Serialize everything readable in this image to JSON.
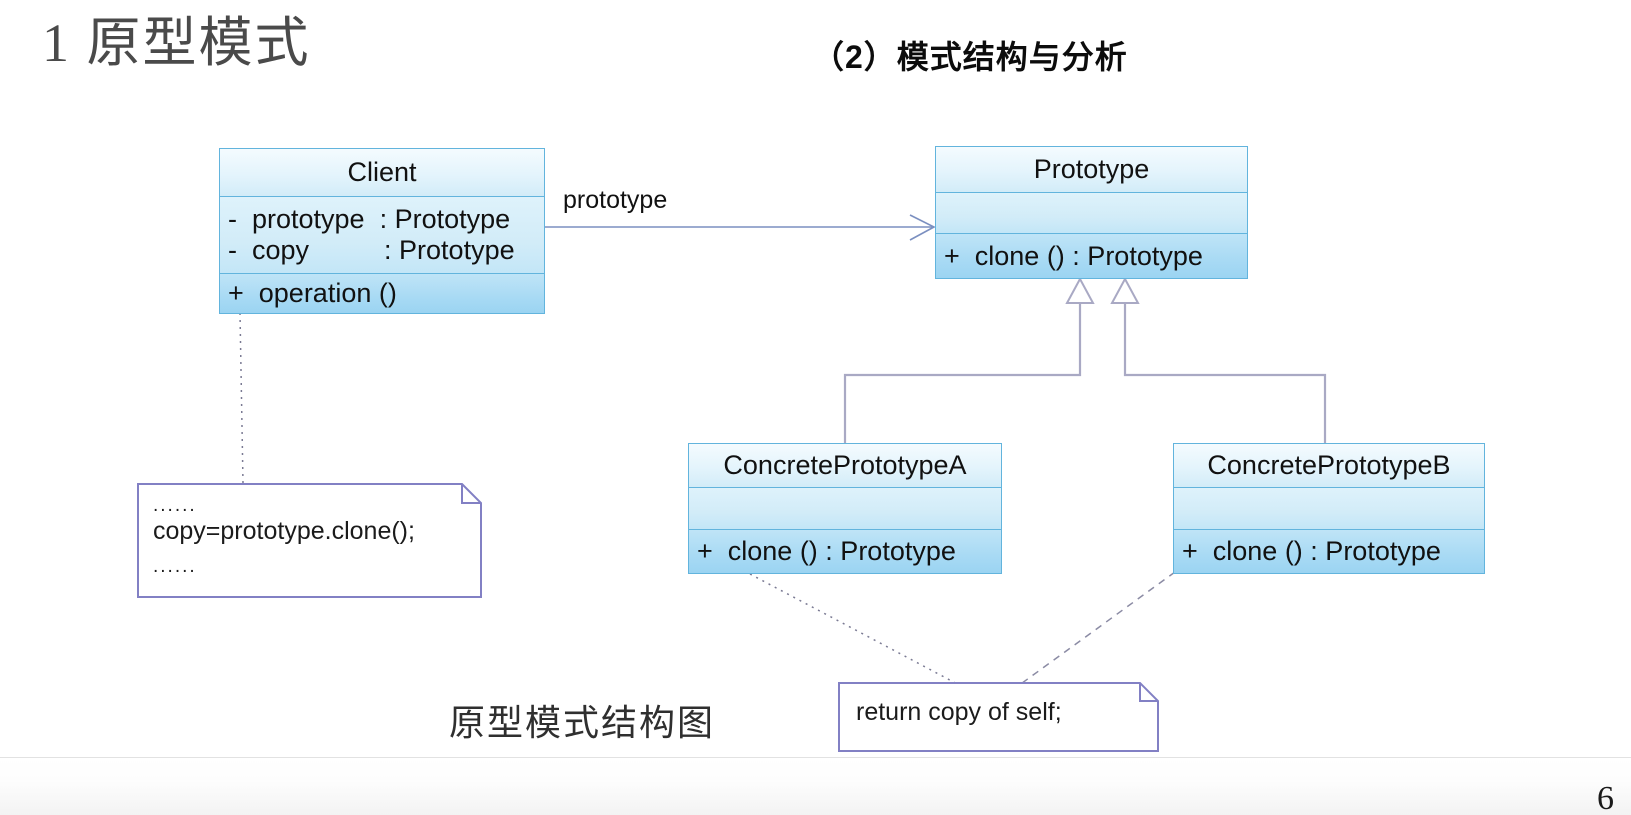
{
  "slide": {
    "title": "1 原型模式",
    "section_header": "（2）模式结构与分析",
    "figure_caption": "原型模式结构图",
    "page_number": "6"
  },
  "colors": {
    "class_border": "#62b4dd",
    "class_name_fill": "#e4f4fc",
    "class_attr_fill": "#d2ecf8",
    "class_op_fill": "#a8daf4",
    "note_border": "#8280c4",
    "generalization_line": "#a9a9c4",
    "association_line": "#7b8fc0",
    "dependency_line": "#8b8ba4",
    "title_text": "#4a4a4a",
    "header_text": "#0c0c0c"
  },
  "diagram": {
    "classes": [
      {
        "id": "client",
        "name": "Client",
        "attributes": [
          "-  prototype  : Prototype",
          "-  copy          : Prototype"
        ],
        "operations": [
          "+  operation ()"
        ]
      },
      {
        "id": "prototype",
        "name": "Prototype",
        "attributes": [],
        "operations": [
          "+  clone () : Prototype"
        ]
      },
      {
        "id": "concrete_a",
        "name": "ConcretePrototypeA",
        "attributes": [],
        "operations": [
          "+  clone () : Prototype"
        ]
      },
      {
        "id": "concrete_b",
        "name": "ConcretePrototypeB",
        "attributes": [],
        "operations": [
          "+  clone () : Prototype"
        ]
      }
    ],
    "association_label": "prototype",
    "notes": [
      {
        "id": "note_client",
        "lines": [
          "......",
          "copy=prototype.clone();",
          "......"
        ]
      },
      {
        "id": "note_clone",
        "lines": [
          "return copy of self;"
        ]
      }
    ]
  }
}
